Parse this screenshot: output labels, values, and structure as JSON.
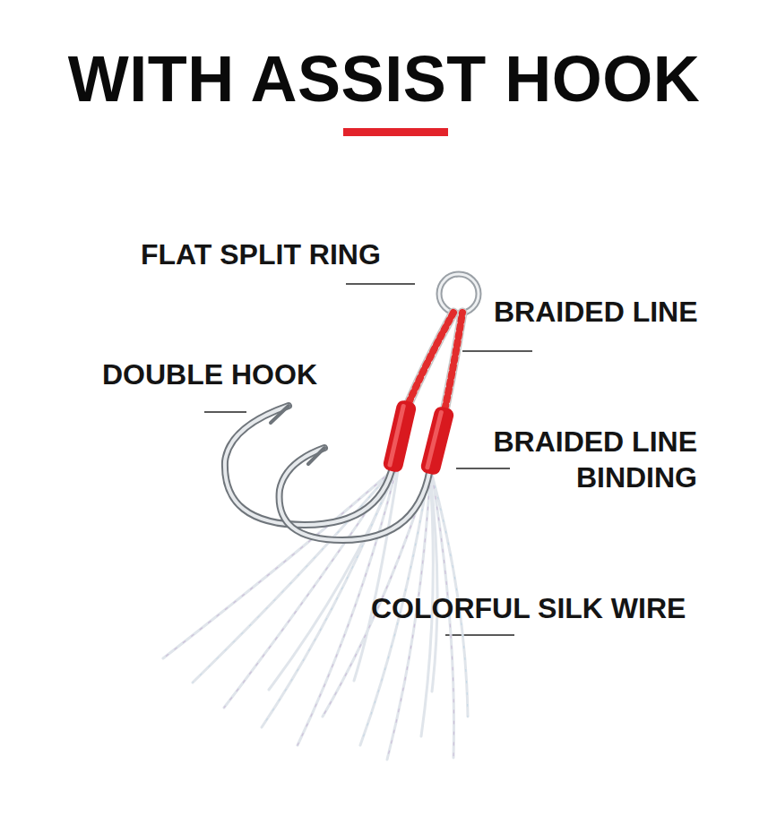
{
  "diagram": {
    "title": "WITH ASSIST HOOK",
    "labels": [
      "FLAT SPLIT RING",
      "BRAIDED LINE",
      "DOUBLE HOOK",
      "BRAIDED LINE BINDING",
      "COLORFUL SILK WIRE"
    ]
  }
}
